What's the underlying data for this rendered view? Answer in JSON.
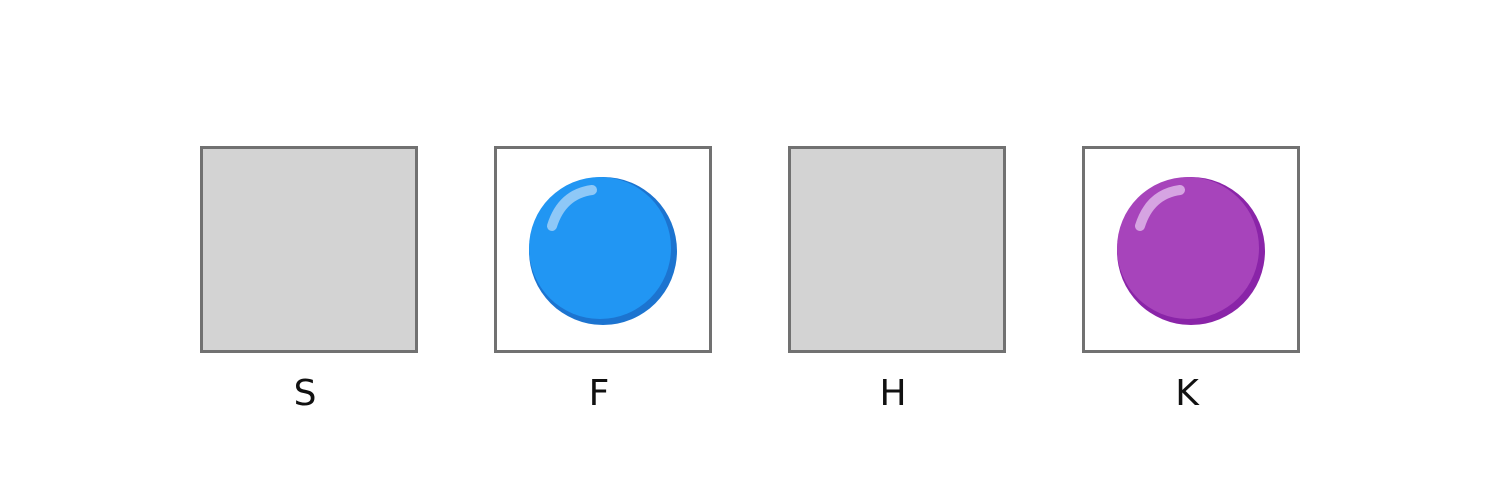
{
  "slots": [
    {
      "label": "S",
      "filled": false,
      "box_color": "#d3d3d3"
    },
    {
      "label": "F",
      "filled": true,
      "ball_color": "#2196f3",
      "ball_shade": "#1c74d0",
      "ball_highlight": "#8ec8f7"
    },
    {
      "label": "H",
      "filled": false,
      "box_color": "#d3d3d3"
    },
    {
      "label": "K",
      "filled": true,
      "ball_color": "#a744bb",
      "ball_shade": "#8a24a8",
      "ball_highlight": "#d6a4e2"
    }
  ],
  "colors": {
    "border": "#717171",
    "background": "#ffffff",
    "label": "#111111"
  }
}
